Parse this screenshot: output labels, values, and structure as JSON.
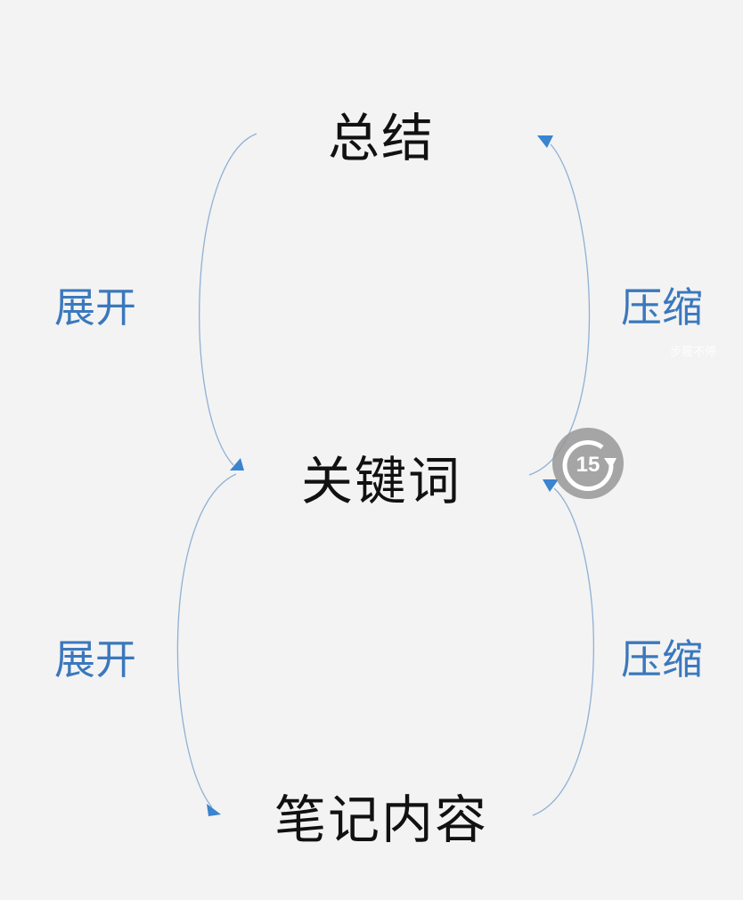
{
  "nodes": {
    "top": "总结",
    "middle": "关键词",
    "bottom": "笔记内容"
  },
  "labels": {
    "expand_top": "展开",
    "compress_top": "压缩",
    "expand_bottom": "展开",
    "compress_bottom": "压缩"
  },
  "replay": {
    "seconds": "15"
  },
  "watermark": "步履不停",
  "colors": {
    "arrow": "#7fa6d0",
    "arrowhead": "#3a84d0",
    "label": "#3a78bd"
  }
}
